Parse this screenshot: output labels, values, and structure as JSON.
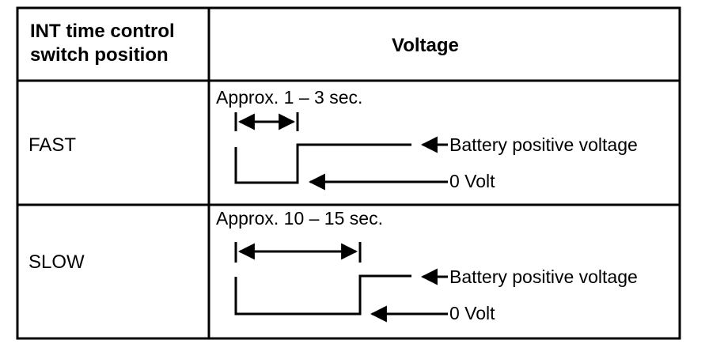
{
  "table": {
    "header": {
      "col1_line1": "INT time control",
      "col1_line2": "switch position",
      "col2": "Voltage"
    },
    "rows": [
      {
        "position": "FAST",
        "timing": "Approx. 1 – 3 sec.",
        "high_label": "Battery positive voltage",
        "low_label": "0 Volt"
      },
      {
        "position": "SLOW",
        "timing": "Approx. 10 – 15 sec.",
        "high_label": "Battery positive voltage",
        "low_label": "0 Volt"
      }
    ]
  }
}
